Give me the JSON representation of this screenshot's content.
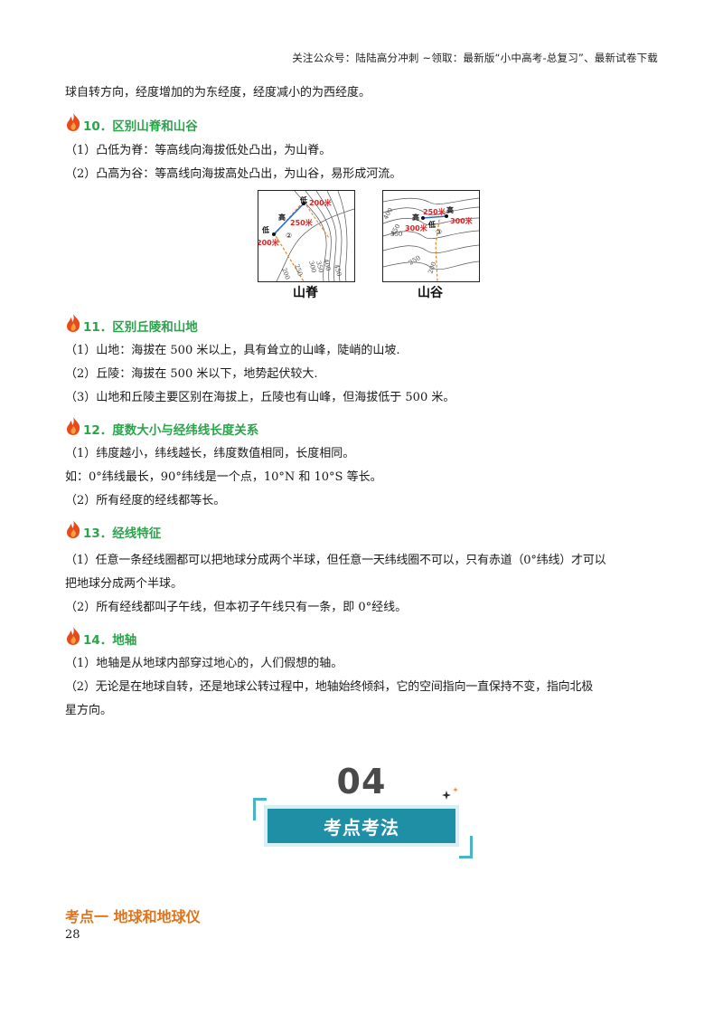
{
  "header": {
    "text": "关注公众号：陆陆高分冲刺 ~领取：最新版“小中高考-总复习”、最新试卷下载"
  },
  "intro_line": "球自转方向，经度增加的为东经度，经度减小的为西经度。",
  "sections": [
    {
      "title": "10．区别山脊和山谷",
      "lines": [
        "（1）凸低为脊：等高线向海拔低处凸出，为山脊。",
        "（2）凸高为谷：等高线向海拔高处凸出，为山谷，易形成河流。"
      ]
    },
    {
      "title": "11．区别丘陵和山地",
      "lines": [
        "（1）山地：海拔在 500 米以上，具有耸立的山峰，陡峭的山坡.",
        "（2）丘陵：海拔在 500 米以下，地势起伏较大.",
        "（3）山地和丘陵主要区别在海拔上，丘陵也有山峰，但海拔低于 500 米。"
      ]
    },
    {
      "title": "12．度数大小与经纬线长度关系",
      "lines": [
        "（1）纬度越小，纬线越长，纬度数值相同，长度相同。",
        "如：0°纬线最长，90°纬线是一个点，10°N 和 10°S 等长。",
        "（2）所有经度的经线都等长。"
      ]
    },
    {
      "title": "13．经线特征",
      "lines": [
        "（1）任意一条经线圈都可以把地球分成两个半球，但任意一天纬线圈不可以，只有赤道（0°纬线）才可以",
        "把地球分成两个半球。",
        "（2）所有经线都叫子午线，但本初子午线只有一条，即 0°经线。"
      ]
    },
    {
      "title": "14．地轴",
      "lines": [
        "（1）地轴是从地球内部穿过地心的，人们假想的轴。",
        "（2）无论是在地球自转，还是地球公转过程中，地轴始终倾斜，它的空间指向一直保持不变，指向北极",
        "星方向。"
      ]
    }
  ],
  "figures": {
    "ridge": {
      "caption": "山脊",
      "labels": {
        "low_top": "低",
        "val_200_top": "200米",
        "high": "高",
        "val_250": "250米",
        "low_left": "低",
        "val_200_left": "200米",
        "num": "②"
      },
      "contours": [
        "200",
        "250",
        "300",
        "350",
        "400",
        "450"
      ]
    },
    "valley": {
      "caption": "山谷",
      "labels": {
        "high_right": "高",
        "val_250": "250米",
        "high_left": "高",
        "val_300_right": "300米",
        "low": "低",
        "val_300_left": "300米",
        "num": "③"
      },
      "contours": [
        "400",
        "450",
        "350",
        "250",
        "200"
      ]
    }
  },
  "section_badge": {
    "number": "04",
    "title": "考点考法"
  },
  "kaodian_title": "考点一 地球和地球仪",
  "page_number": "28",
  "colors": {
    "heading_green": "#2aa34a",
    "flame_red": "#e84a1c",
    "badge_teal": "#1f8fa6",
    "kaodian_orange": "#e0741c",
    "label_red": "#e02020"
  }
}
